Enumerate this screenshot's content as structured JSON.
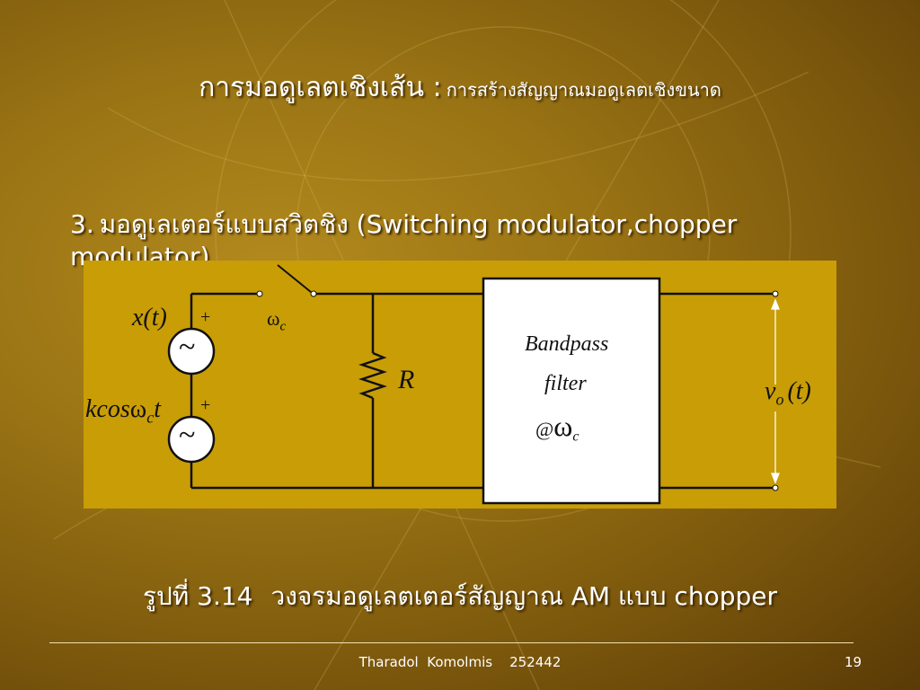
{
  "slide": {
    "title_main": "การมอดูเลตเชิงเส้น :",
    "title_sub": "การสร้างสัญญาณมอดูเลตเชิงขนาด",
    "bullet_num": "3.",
    "bullet_text": "มอดูเลเตอร์แบบสวิตชิง (Switching modulator,chopper modulator)",
    "caption_fig": "รูปที่ 3.14",
    "caption_text": "วงจรมอดูเลตเตอร์สัญญาณ AM แบบ chopper",
    "footer_author": "Tharadol  Komolmis    252442",
    "page_number": "19"
  },
  "circuit": {
    "source1_label": "x(t)",
    "source2_label_main": "kcos",
    "source2_label_omega": "ω",
    "source2_label_sub": "c",
    "source2_label_t": "t",
    "plus": "+",
    "source_symbol": "~",
    "switch_label_omega": "ω",
    "switch_label_sub": "c",
    "resistor_label": "R",
    "filter_line1": "Bandpass",
    "filter_line2": "filter",
    "filter_at": "@",
    "filter_omega": "ω",
    "filter_sub": "c",
    "output_v": "v",
    "output_sub": "o",
    "output_t": "(t)"
  },
  "colors": {
    "panel": "#c99d06",
    "wire": "#111111",
    "filter_box": "#ffffff"
  }
}
